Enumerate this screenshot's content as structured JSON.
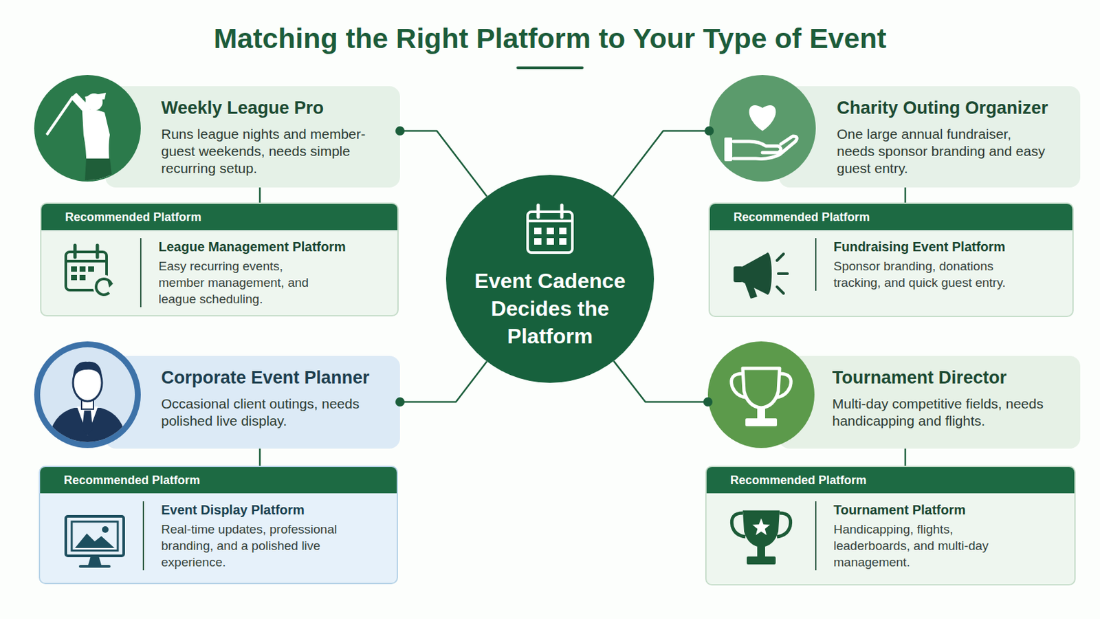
{
  "diagram": {
    "title": "Matching the Right Platform to Your Type of Event",
    "nodes": [
      {
        "text": [
          "Event Cadence Decides the Platform"
        ]
      },
      {
        "text": [
          "Weekly League Pro",
          "Runs league nights and member-guest weekends, needs simple recurring setup."
        ]
      },
      {
        "text": [
          "Recommended Platform",
          "League Management Platform",
          "Easy recurring events, member management, and league scheduling."
        ]
      },
      {
        "text": [
          "Charity Outing Organizer",
          "One large annual fundraiser, needs sponsor branding and easy guest entry."
        ]
      },
      {
        "text": [
          "Recommended Platform",
          "Fundraising Event Platform",
          "Sponsor branding, donations tracking, and quick guest entry."
        ]
      },
      {
        "text": [
          "Corporate Event Planner",
          "Occasional client outings, needs polished live display."
        ]
      },
      {
        "text": [
          "Recommended Platform",
          "Event Display Platform",
          "Real-time updates, professional branding, and a polished live experience."
        ]
      },
      {
        "text": [
          "Tournament Director",
          "Multi-day competitive fields, needs handicapping and flights."
        ]
      },
      {
        "text": [
          "Recommended Platform",
          "Tournament Platform",
          "Handicapping, flights, leaderboards, and multi-day management."
        ]
      }
    ],
    "edges": [
      {
        "from": 0,
        "to": 1,
        "arrow": "none"
      },
      {
        "from": 0,
        "to": 3,
        "arrow": "none"
      },
      {
        "from": 0,
        "to": 5,
        "arrow": "none"
      },
      {
        "from": 0,
        "to": 7,
        "arrow": "none"
      },
      {
        "from": 1,
        "to": 2,
        "arrow": "none"
      },
      {
        "from": 3,
        "to": 4,
        "arrow": "none"
      },
      {
        "from": 5,
        "to": 6,
        "arrow": "none"
      },
      {
        "from": 7,
        "to": 8,
        "arrow": "none"
      }
    ]
  }
}
